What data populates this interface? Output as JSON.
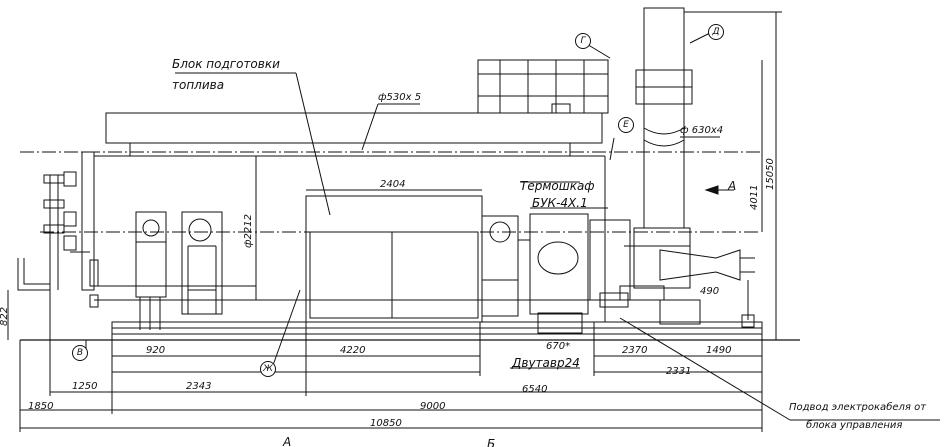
{
  "labels": {
    "fuel_block": "Блок подготовки",
    "fuel_block_2": "топлива",
    "thermocabinet": "Термошкаф",
    "buk": "БУК-4Х.1",
    "beam": "Двутавр24",
    "cable_1": "Подвод электрокабеля от",
    "cable_2": "блока управления",
    "view_a_bottom": "А",
    "section_b": "Б",
    "view_a_arrow": "А",
    "pipe_530": "ф530х 5",
    "pipe_630": "ф 630х4",
    "dia_2212": "ф2212"
  },
  "callouts": {
    "v": "В",
    "g": "Г",
    "d": "Д",
    "e": "Е",
    "zh": "Ж"
  },
  "dimensions": {
    "d2404": "2404",
    "d920": "920",
    "d4220": "4220",
    "d670": "670*",
    "d2370": "2370",
    "d1490": "1490",
    "d490": "490",
    "d1250": "1250",
    "d2343": "2343",
    "d6540": "6540",
    "d2331": "2331",
    "d1850": "1850",
    "d9000": "9000",
    "d10850": "10850",
    "d822": "822",
    "d15050": "15050",
    "d4011": "4011"
  },
  "colors": {
    "line": "#111111",
    "background": "#ffffff"
  }
}
